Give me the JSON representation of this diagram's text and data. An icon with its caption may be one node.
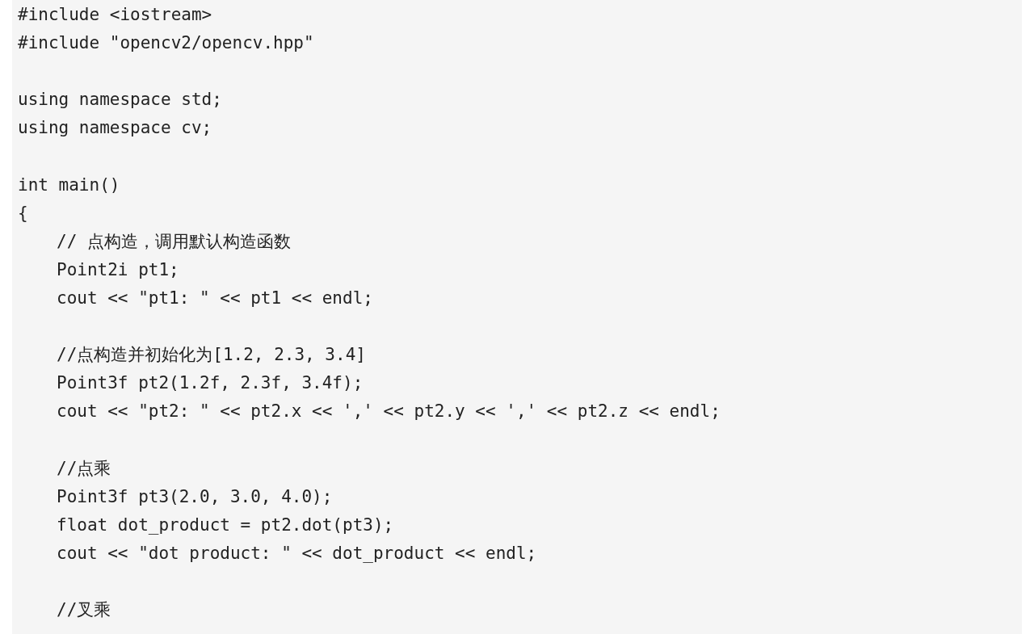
{
  "diagram": {
    "nodes": [
      {
        "text": [
          "#include <iostream>",
          "#include \"opencv2/opencv.hpp\"",
          "using namespace std;",
          "using namespace cv;",
          "int main()",
          "{",
          "// 点构造，调用默认构造函数",
          "Point2i pt1;",
          "cout << \"pt1: \" << pt1 << endl;",
          "//点构造并初始化为[1.2, 2.3, 3.4]",
          "Point3f pt2(1.2f, 2.3f, 3.4f);",
          "cout << \"pt2: \" << pt2.x << ',' << pt2.y << ',' << pt2.z << endl;",
          "//点乘",
          "Point3f pt3(2.0, 3.0, 4.0);",
          "float dot_product = pt2.dot(pt3);",
          "cout << \"dot product: \" << dot_product << endl;",
          "//叉乘"
        ]
      }
    ]
  }
}
